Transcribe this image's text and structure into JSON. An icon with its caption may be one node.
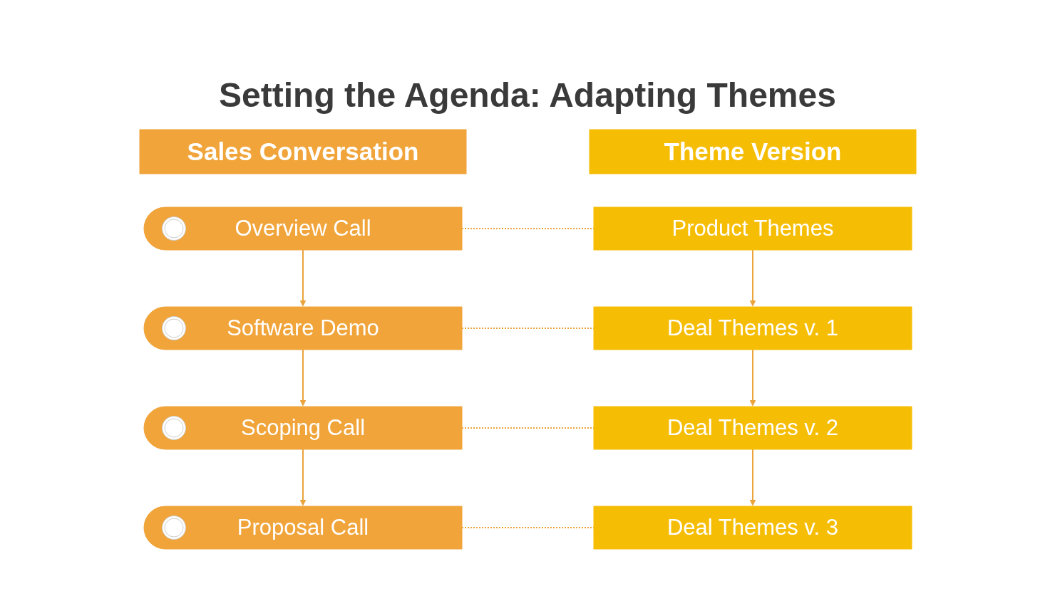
{
  "diagram": {
    "title": "Setting the Agenda: Adapting Themes",
    "nodes": [
      {
        "text": [
          "Sales Conversation"
        ]
      },
      {
        "text": [
          "Theme Version"
        ]
      },
      {
        "text": [
          "Overview Call"
        ]
      },
      {
        "text": [
          "Product Themes"
        ]
      },
      {
        "text": [
          "Software Demo"
        ]
      },
      {
        "text": [
          "Deal Themes v. 1"
        ]
      },
      {
        "text": [
          "Scoping Call"
        ]
      },
      {
        "text": [
          "Deal Themes v. 2"
        ]
      },
      {
        "text": [
          "Proposal Call"
        ]
      },
      {
        "text": [
          "Deal Themes v. 3"
        ]
      }
    ],
    "edges": [
      {
        "from": 2,
        "to": 3,
        "arrow": "none",
        "style": "dashed"
      },
      {
        "from": 2,
        "to": 4,
        "arrow": "to"
      },
      {
        "from": 3,
        "to": 5,
        "arrow": "to"
      },
      {
        "from": 4,
        "to": 5,
        "arrow": "none",
        "style": "dashed"
      },
      {
        "from": 4,
        "to": 6,
        "arrow": "to"
      },
      {
        "from": 5,
        "to": 7,
        "arrow": "to"
      },
      {
        "from": 6,
        "to": 7,
        "arrow": "none",
        "style": "dashed"
      },
      {
        "from": 6,
        "to": 8,
        "arrow": "to"
      },
      {
        "from": 7,
        "to": 9,
        "arrow": "to"
      },
      {
        "from": 8,
        "to": 9,
        "arrow": "none",
        "style": "dashed"
      }
    ]
  }
}
